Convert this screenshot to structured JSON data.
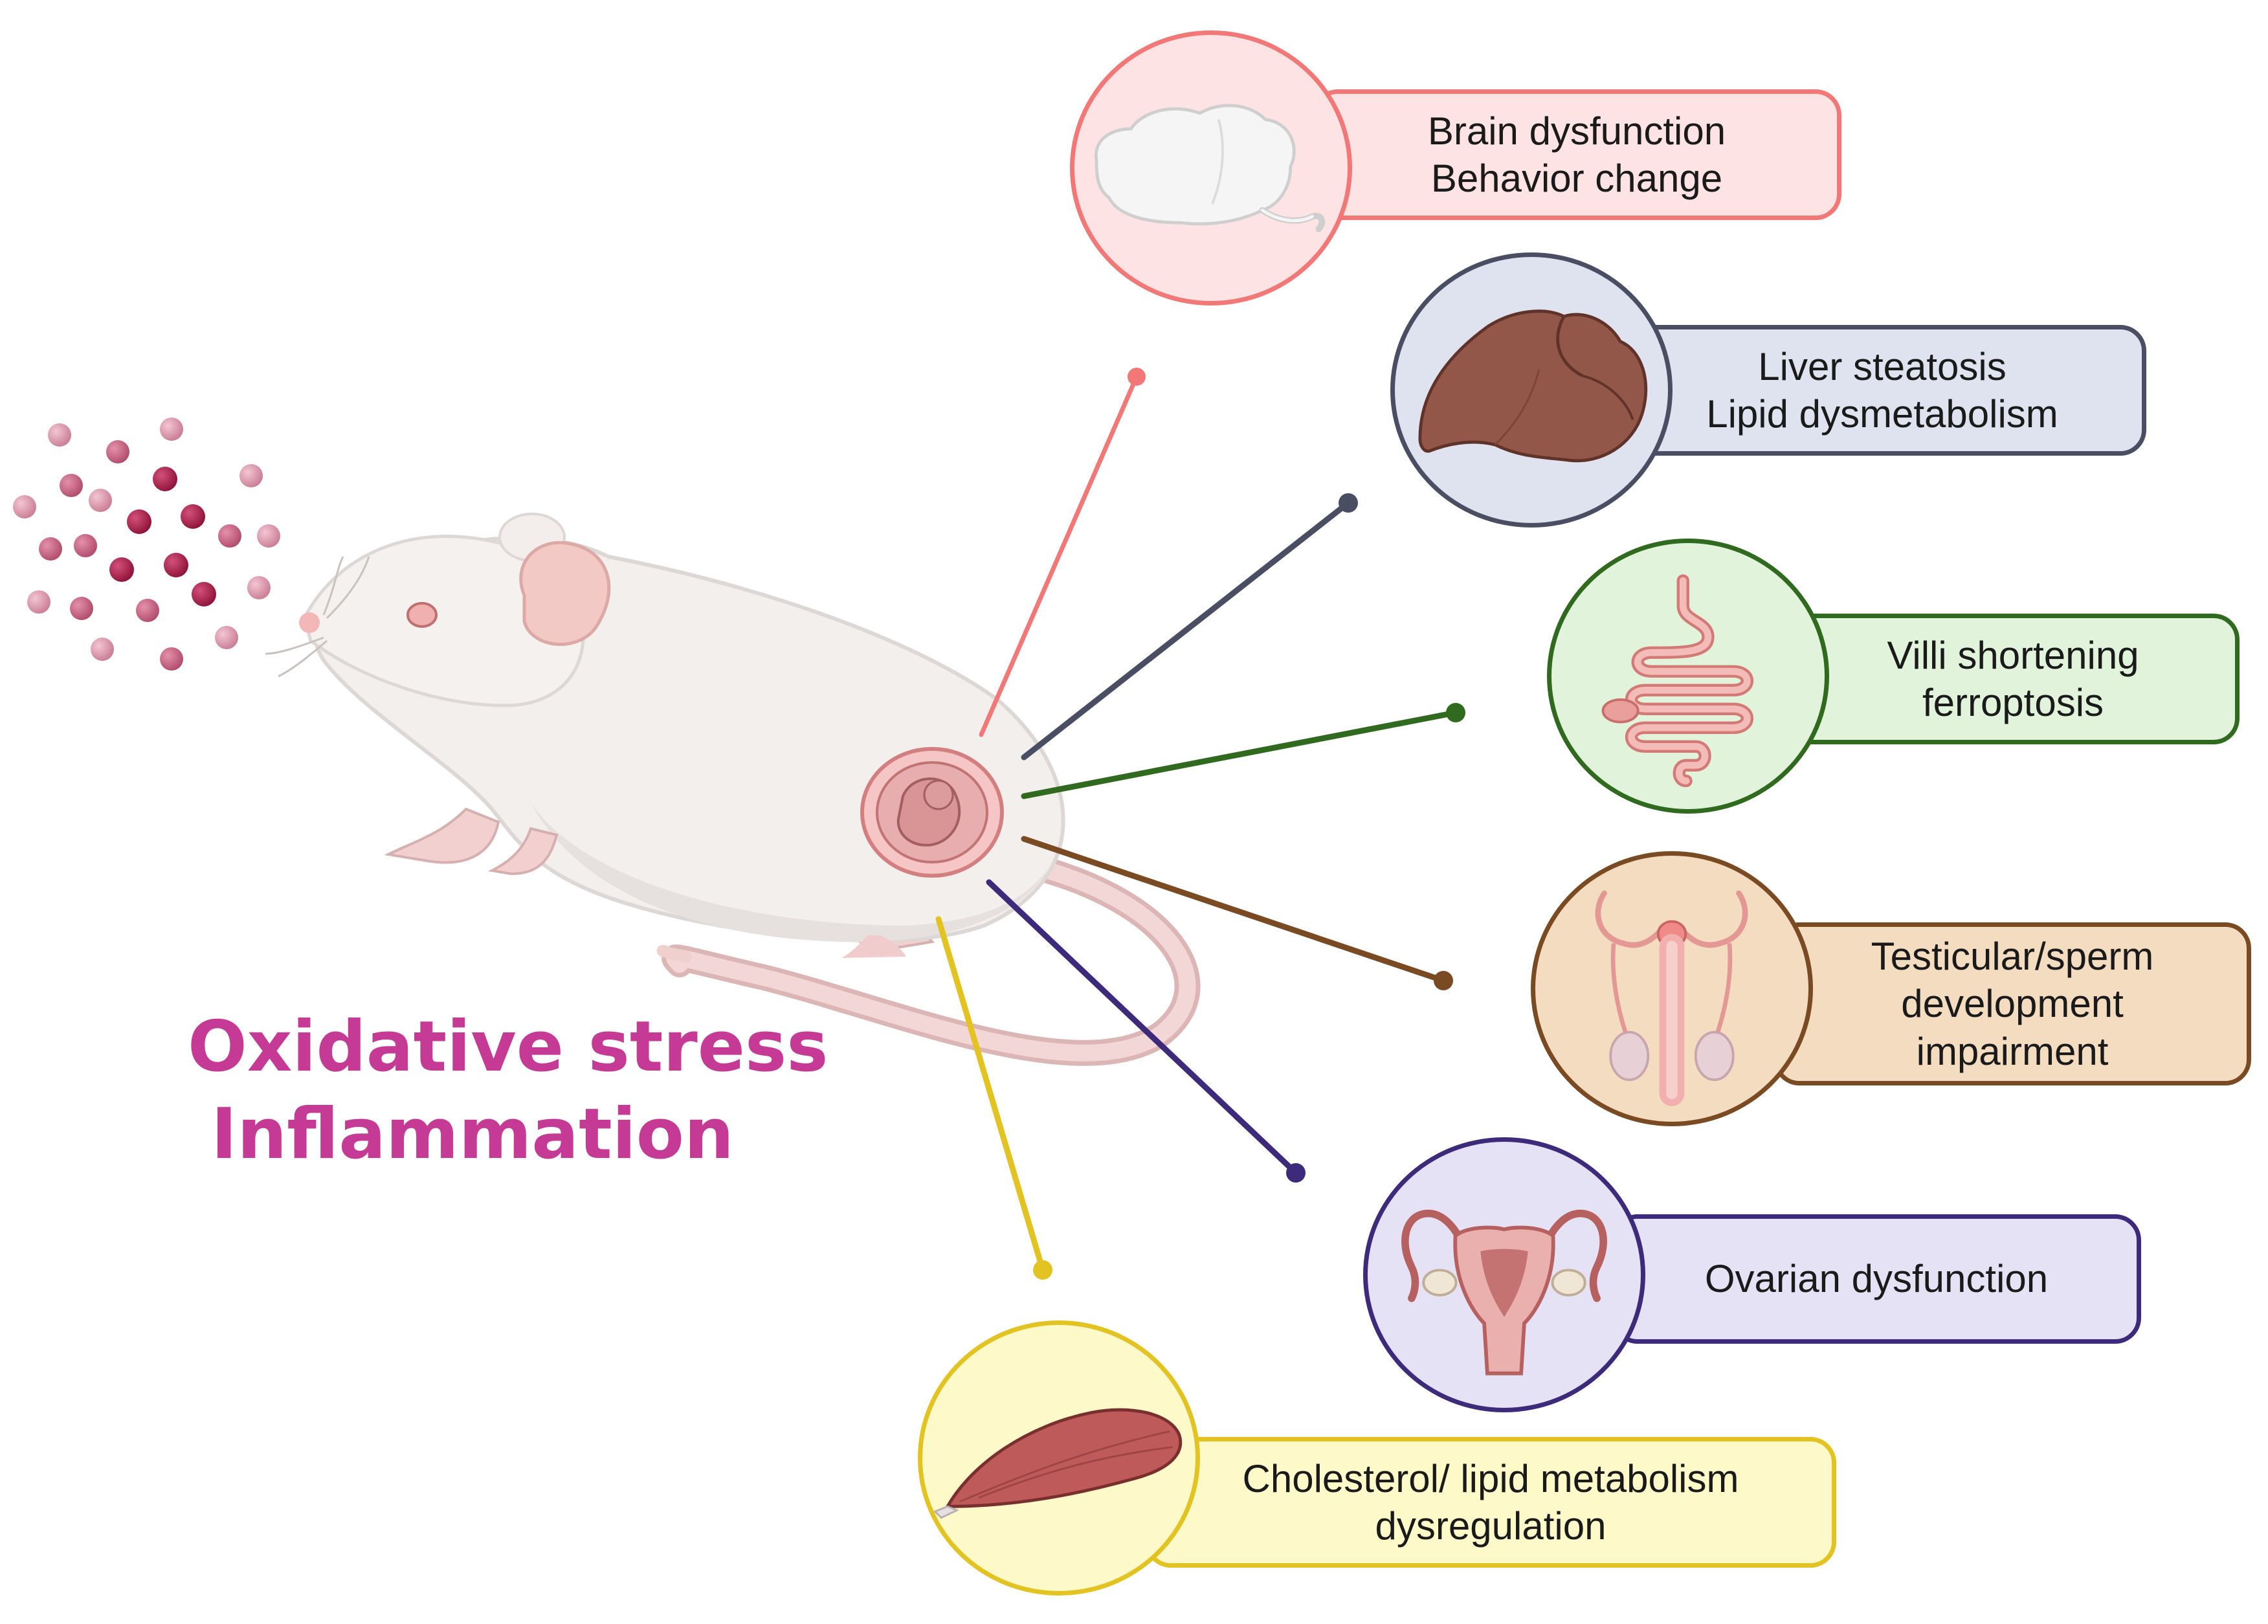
{
  "title": {
    "line1": "Oxidative stress",
    "line2": "Inflammation",
    "color": "#c43a95"
  },
  "organs": [
    {
      "id": "brain",
      "line1": "Brain dysfunction",
      "line2": "Behavior change",
      "border": "#f27878",
      "fill": "#fde3e3",
      "icon": "brain-icon"
    },
    {
      "id": "liver",
      "line1": "Liver steatosis",
      "line2": "Lipid dysmetabolism",
      "border": "#4a4e63",
      "fill": "#dfe2ef",
      "icon": "liver-icon"
    },
    {
      "id": "intestine",
      "line1": "Villi shortening",
      "line2": "ferroptosis",
      "border": "#2f6a1f",
      "fill": "#e2f3dc",
      "icon": "intestine-icon"
    },
    {
      "id": "testis",
      "line1": "Testicular/sperm",
      "line2": "development",
      "line3": "impairment",
      "border": "#7a4a22",
      "fill": "#f3dcc0",
      "icon": "male-reproductive-icon"
    },
    {
      "id": "ovary",
      "line1": "Ovarian dysfunction",
      "border": "#3e2a7a",
      "fill": "#e6e2f6",
      "icon": "uterus-icon"
    },
    {
      "id": "muscle",
      "line1": "Cholesterol/ lipid metabolism",
      "line2": "dysregulation",
      "border": "#e2c321",
      "fill": "#fdf9c9",
      "icon": "muscle-icon"
    }
  ]
}
